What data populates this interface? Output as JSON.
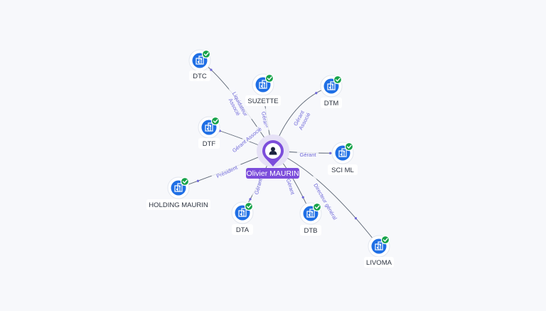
{
  "colors": {
    "background": "#f7f8fb",
    "edge": "#5a6473",
    "edge_label": "#6f68d8",
    "company_icon": "#1f6fe5",
    "check_badge": "#16a34a",
    "person_pin": "#7c4ddb",
    "person_label_bg": "#7c4ddb",
    "node_label_text": "#2d3440"
  },
  "center": {
    "name": "Olivier MAURIN",
    "icon": "person-icon"
  },
  "companies": [
    {
      "id": "dtc",
      "name": "DTC",
      "icon": "building-icon",
      "badge": "check-icon"
    },
    {
      "id": "suzette",
      "name": "SUZETTE",
      "icon": "building-icon",
      "badge": "check-icon"
    },
    {
      "id": "dtm",
      "name": "DTM",
      "icon": "building-icon",
      "badge": "check-icon"
    },
    {
      "id": "dtf",
      "name": "DTF",
      "icon": "building-icon",
      "badge": "check-icon"
    },
    {
      "id": "sciml",
      "name": "SCI ML",
      "icon": "building-icon",
      "badge": "check-icon"
    },
    {
      "id": "holding",
      "name": "HOLDING MAURIN",
      "icon": "building-icon",
      "badge": "check-icon"
    },
    {
      "id": "dta",
      "name": "DTA",
      "icon": "building-icon",
      "badge": "check-icon"
    },
    {
      "id": "dtb",
      "name": "DTB",
      "icon": "building-icon",
      "badge": "check-icon"
    },
    {
      "id": "livoma",
      "name": "LIVOMA",
      "icon": "building-icon",
      "badge": "check-icon"
    }
  ],
  "relations": [
    {
      "to": "dtc",
      "lines": [
        "Liquidateur",
        "Associé"
      ]
    },
    {
      "to": "suzette",
      "lines": [
        "Gérant"
      ]
    },
    {
      "to": "dtm",
      "lines": [
        "Gérant",
        "Associé"
      ]
    },
    {
      "to": "dtf",
      "lines": [
        "Gérant Associé"
      ]
    },
    {
      "to": "sciml",
      "lines": [
        "Gérant"
      ]
    },
    {
      "to": "holding",
      "lines": [
        "Président"
      ]
    },
    {
      "to": "dta",
      "lines": [
        "Gérant"
      ]
    },
    {
      "to": "dtb",
      "lines": [
        "Gérant"
      ]
    },
    {
      "to": "livoma",
      "lines": [
        "Directeur général"
      ]
    }
  ]
}
